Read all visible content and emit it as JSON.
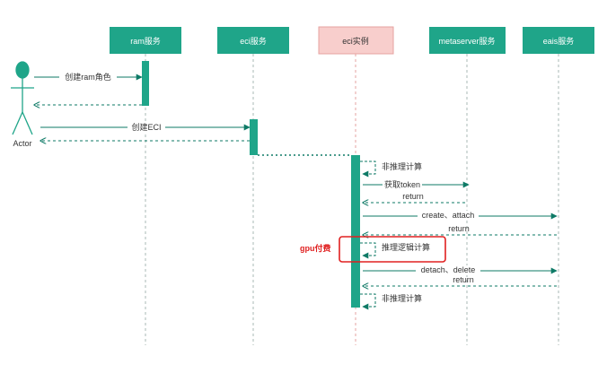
{
  "colors": {
    "service_fill": "#1fa589",
    "service_text": "#ffffff",
    "eci_fill": "#f8cecc",
    "eci_stroke": "#e6a3a1",
    "eci_text": "#333333",
    "activation": "#1fa589",
    "arrow": "#0e7a66",
    "lifeline": "#a8b8b4",
    "highlight": "#e02020",
    "actor_stroke": "#1fa589"
  },
  "actor": {
    "label": "Actor",
    "icon": "stick-figure-icon"
  },
  "participants": [
    {
      "id": "ram",
      "label": "ram服务",
      "style": "service"
    },
    {
      "id": "eci",
      "label": "eci服务",
      "style": "service"
    },
    {
      "id": "eci_instance",
      "label": "eci实例",
      "style": "instance"
    },
    {
      "id": "metaserver",
      "label": "metaserver服务",
      "style": "service"
    },
    {
      "id": "eais",
      "label": "eais服务",
      "style": "service"
    }
  ],
  "messages": [
    {
      "label": "创建ram角色"
    },
    {
      "label": ""
    },
    {
      "label": "创建ECI"
    },
    {
      "label": ""
    },
    {
      "label": ""
    },
    {
      "label": "非推理计算"
    },
    {
      "label": "获取token"
    },
    {
      "label": "return"
    },
    {
      "label": "create、attach"
    },
    {
      "label": "return"
    },
    {
      "label": "推理逻辑计算"
    },
    {
      "label": "detach、delete"
    },
    {
      "label": "return"
    },
    {
      "label": "非推理计算"
    }
  ],
  "annotation": {
    "label": "gpu付费"
  }
}
